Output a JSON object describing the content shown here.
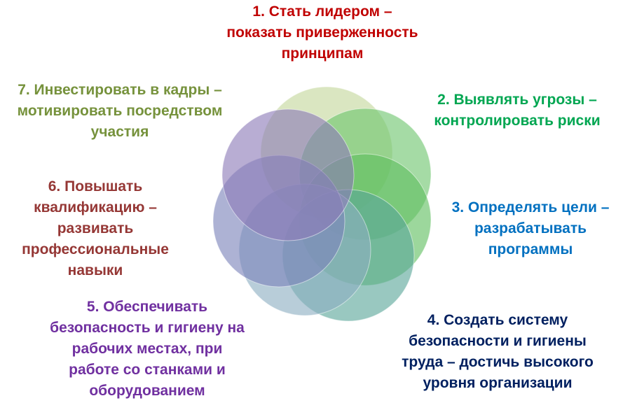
{
  "colors": {
    "item1": "#c00000",
    "item2": "#00a651",
    "item3": "#0070c0",
    "item4": "#002060",
    "item5": "#7030a0",
    "item6": "#953735",
    "item7": "#76923c",
    "circle1": "#c3d69b",
    "circle2": "#6dc56d",
    "circle3": "#5fbf5f",
    "circle4": "#5aa69a",
    "circle5": "#8caec2",
    "circle6": "#7b82ba",
    "circle7": "#8c7bb8"
  },
  "items": [
    {
      "lines": [
        "1. Стать лидером –",
        "показать приверженность",
        "принципам"
      ]
    },
    {
      "lines": [
        "2. Выявлять угрозы –",
        "контролировать риски"
      ]
    },
    {
      "lines": [
        "3. Определять цели –",
        "разрабатывать",
        "программы"
      ]
    },
    {
      "lines": [
        "4. Создать систему",
        "безопасности и гигиены",
        "труда – достичь высокого",
        "уровня организации"
      ]
    },
    {
      "lines": [
        "5. Обеспечивать",
        "безопасность и гигиену на",
        "рабочих местах, при",
        "работе со станками и",
        "оборудованием"
      ]
    },
    {
      "lines": [
        "6. Повышать",
        "квалификацию –",
        "развивать",
        "профессиональные",
        "навыки"
      ]
    },
    {
      "lines": [
        "7. Инвестировать в кадры –",
        "мотивировать посредством",
        "участия"
      ]
    }
  ]
}
